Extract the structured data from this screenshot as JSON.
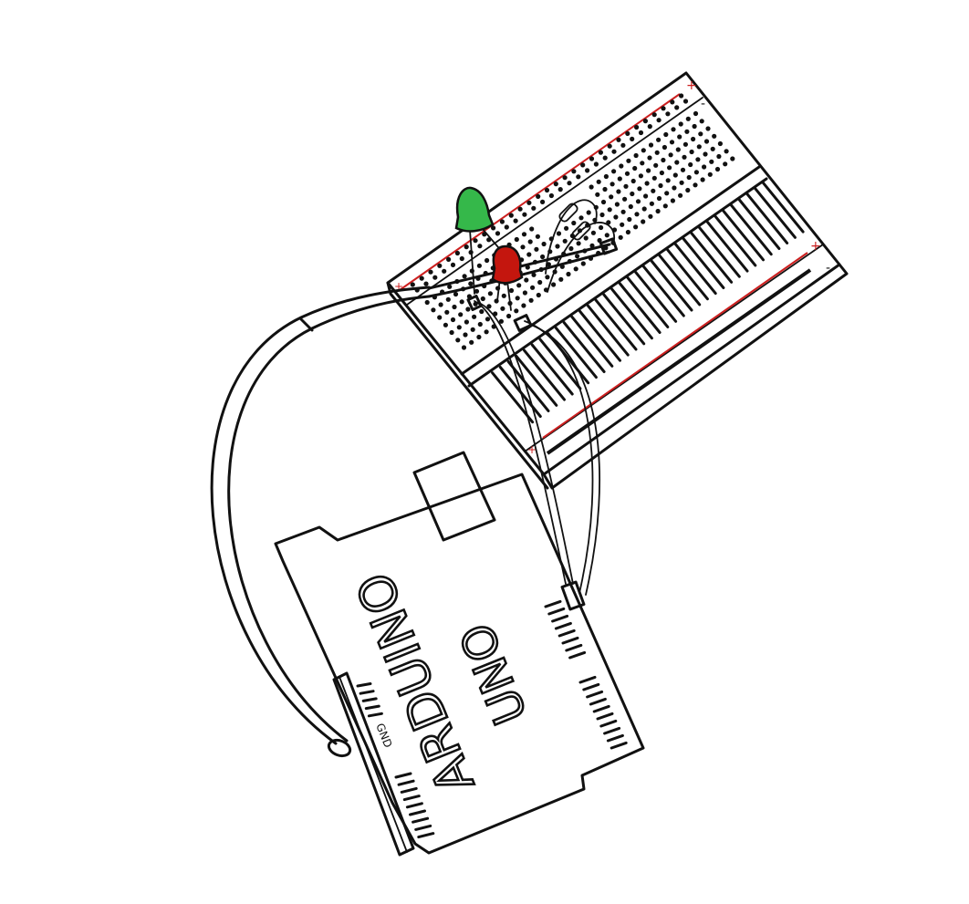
{
  "board": {
    "name": "ARDUINO UNO",
    "line1": "ARDUINO",
    "line2": "UNO",
    "pin_label": "GND"
  },
  "breadboard": {
    "plus_sign": "+",
    "minus_sign": "-"
  },
  "colors": {
    "ink": "#111111",
    "rail_red": "#cc1f1f",
    "led_green": "#35b84a",
    "led_red": "#c4160e",
    "background": "#ffffff"
  },
  "components": [
    "green-led",
    "red-led",
    "resistor",
    "resistor",
    "jumper-wire",
    "jumper-wire",
    "jumper-wire"
  ]
}
